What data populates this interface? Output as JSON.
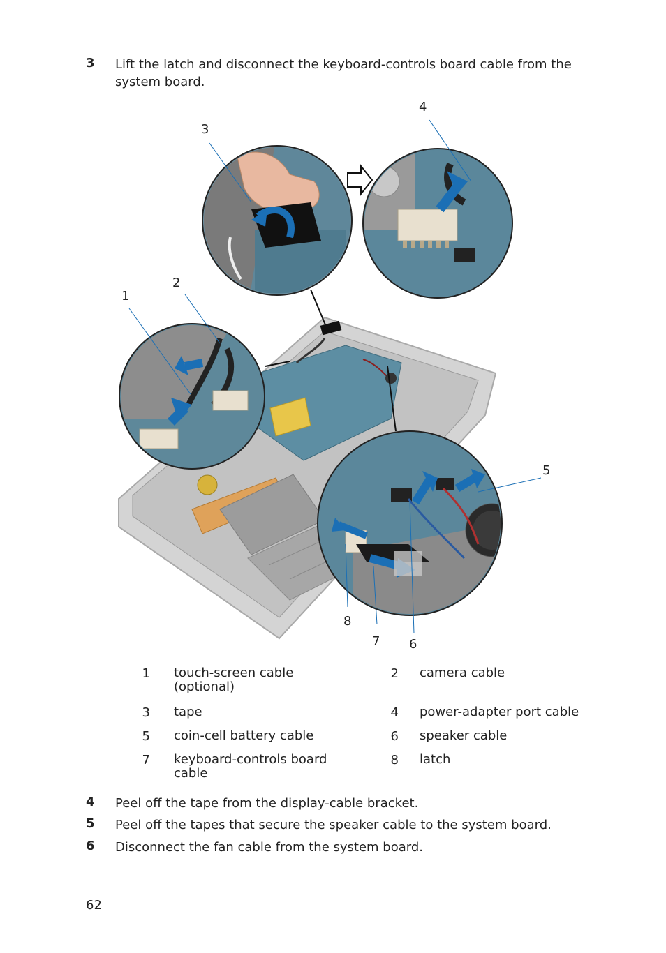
{
  "steps": [
    {
      "num": "3",
      "text": "Lift the latch and disconnect the keyboard-controls board cable from the system board."
    },
    {
      "num": "4",
      "text": "Peel off the tape from the display-cable bracket."
    },
    {
      "num": "5",
      "text": "Peel off the tapes that secure the speaker cable to the system board."
    },
    {
      "num": "6",
      "text": "Disconnect the fan cable from the system board."
    }
  ],
  "figure": {
    "callouts": [
      "1",
      "2",
      "3",
      "4",
      "5",
      "6",
      "7",
      "8"
    ]
  },
  "legend": [
    {
      "num": "1",
      "label": "touch-screen cable (optional)"
    },
    {
      "num": "2",
      "label": "camera cable"
    },
    {
      "num": "3",
      "label": "tape"
    },
    {
      "num": "4",
      "label": "power-adapter port cable"
    },
    {
      "num": "5",
      "label": "coin-cell battery cable"
    },
    {
      "num": "6",
      "label": "speaker cable"
    },
    {
      "num": "7",
      "label": "keyboard-controls board cable"
    },
    {
      "num": "8",
      "label": "latch"
    }
  ],
  "page_number": "62",
  "colors": {
    "arrow": "#1b6fb5",
    "board": "#4f7f95",
    "chassis": "#c9c9c9"
  }
}
